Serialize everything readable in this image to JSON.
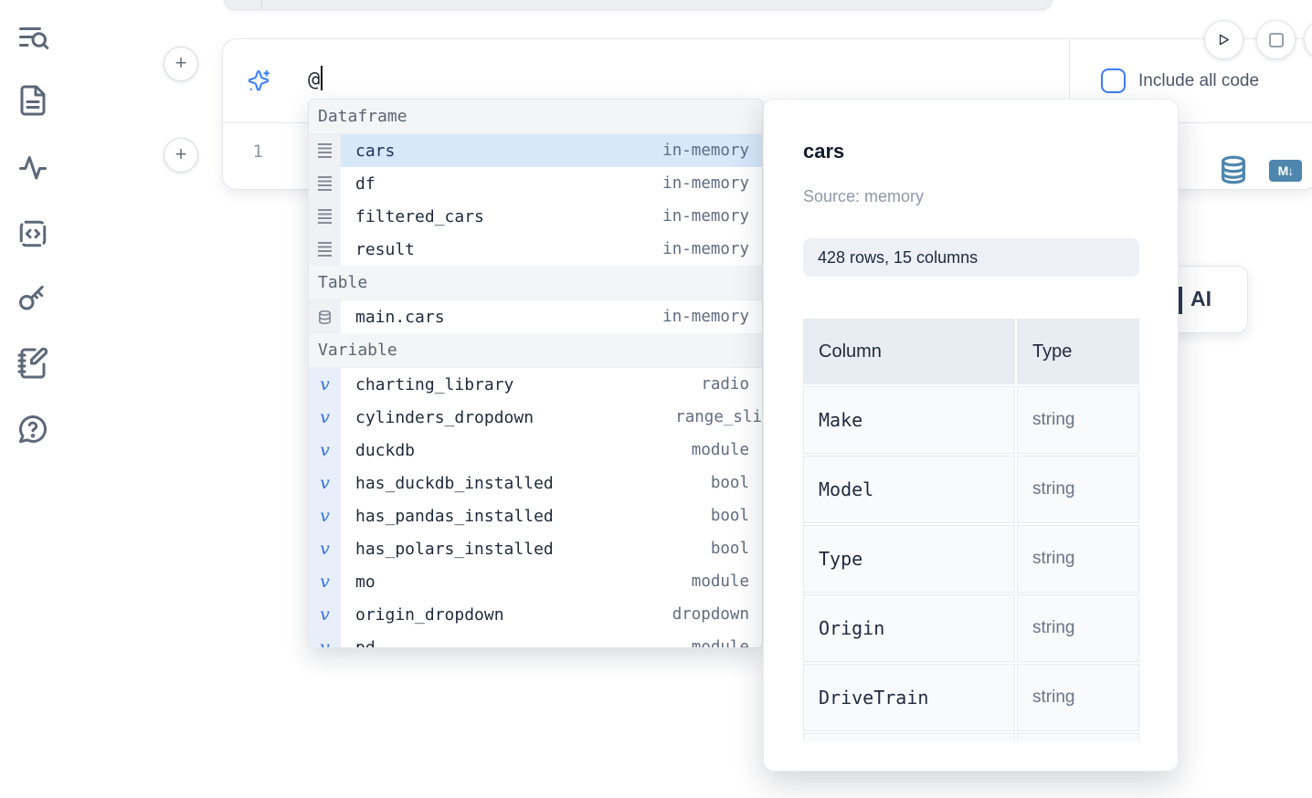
{
  "sidebar": {
    "icons": [
      {
        "name": "toc-search-icon"
      },
      {
        "name": "file-document-icon"
      },
      {
        "name": "activity-pulse-icon"
      },
      {
        "name": "code-snippets-icon"
      },
      {
        "name": "key-icon"
      },
      {
        "name": "scratchpad-notebook-icon"
      },
      {
        "name": "help-chat-icon"
      }
    ]
  },
  "gutter": {
    "add_cell_above_label": "+",
    "add_cell_below_label": "+"
  },
  "cell_toolbar": {
    "run_icon": "play-icon",
    "interrupt_icon": "stop-icon",
    "extra_icon": "partially-visible-circle-button"
  },
  "ai_prompt": {
    "value": "@",
    "sparkles_icon": "sparkles-icon",
    "include_all_code_label": "Include all code",
    "checkbox_checked": false
  },
  "editor": {
    "line_number": "1"
  },
  "cell_footer": {
    "database_icon": "database-icon",
    "markdown_badge": "M↓"
  },
  "colors": {
    "accent_blue": "#3b82f6",
    "selected_row_bg": "#d7e8fb",
    "steel_blue_icons": "#4e86ad",
    "muted_text": "#5f6c82"
  },
  "autocomplete": {
    "sections": [
      {
        "label": "Dataframe",
        "items": [
          {
            "name": "cars",
            "type": "in-memory",
            "icon": "rows-icon",
            "selected": true
          },
          {
            "name": "df",
            "type": "in-memory",
            "icon": "rows-icon"
          },
          {
            "name": "filtered_cars",
            "type": "in-memory",
            "icon": "rows-icon"
          },
          {
            "name": "result",
            "type": "in-memory",
            "icon": "rows-icon"
          }
        ]
      },
      {
        "label": "Table",
        "items": [
          {
            "name": "main.cars",
            "type": "in-memory",
            "icon": "database-icon"
          }
        ]
      },
      {
        "label": "Variable",
        "items": [
          {
            "name": "charting_library",
            "type": "radio",
            "icon": "variable-icon"
          },
          {
            "name": "cylinders_dropdown",
            "type": "range_sli",
            "icon": "variable-icon",
            "clip": true
          },
          {
            "name": "duckdb",
            "type": "module",
            "icon": "variable-icon"
          },
          {
            "name": "has_duckdb_installed",
            "type": "bool",
            "icon": "variable-icon"
          },
          {
            "name": "has_pandas_installed",
            "type": "bool",
            "icon": "variable-icon"
          },
          {
            "name": "has_polars_installed",
            "type": "bool",
            "icon": "variable-icon"
          },
          {
            "name": "mo",
            "type": "module",
            "icon": "variable-icon"
          },
          {
            "name": "origin_dropdown",
            "type": "dropdown",
            "icon": "variable-icon"
          },
          {
            "name": "pd",
            "type": "module",
            "icon": "variable-icon",
            "partial": true
          }
        ]
      }
    ]
  },
  "preview": {
    "title": "cars",
    "source": "Source: memory",
    "shape_badge": "428 rows, 15 columns",
    "table": {
      "headers": [
        "Column",
        "Type"
      ],
      "rows": [
        {
          "column": "Make",
          "type": "string"
        },
        {
          "column": "Model",
          "type": "string"
        },
        {
          "column": "Type",
          "type": "string"
        },
        {
          "column": "Origin",
          "type": "string"
        },
        {
          "column": "DriveTrain",
          "type": "string"
        },
        {
          "column": "",
          "type": "",
          "partial": true
        }
      ]
    }
  },
  "ai_card": {
    "visible_label": "AI"
  }
}
